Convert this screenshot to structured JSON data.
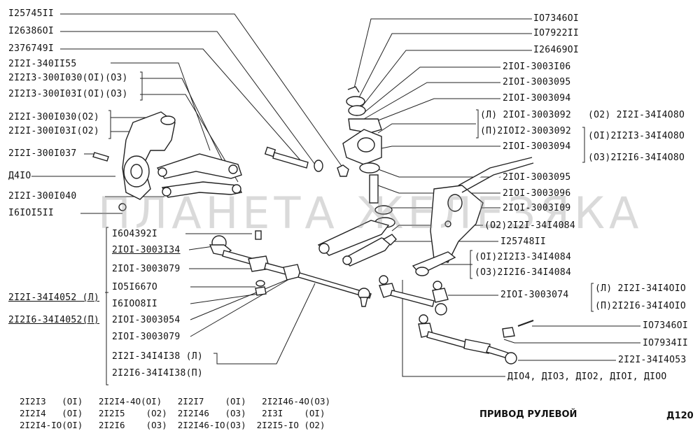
{
  "left_labels": [
    "I25745II",
    "I26386OI",
    "2376749I",
    "2I2I-340II55",
    "2I2I3-300I030(OI)(O3)",
    "2I2I3-300I03I(OI)(O3)",
    "2I2I-300I030(O2)",
    "2I2I-300I03I(O2)",
    "2I2I-300I037",
    "Д4IO",
    "2I2I-300I040",
    "I6IOI5II"
  ],
  "right_labels": [
    "IO7346OI",
    "IO7922II",
    "I26469OI",
    "2IOI-3003I06",
    "2IOI-3003095",
    "2IOI-3003094",
    "(Л) 2IOI-3003092",
    "(П)2IOI2-3003092",
    "2IOI-3003094",
    "2IOI-3003095",
    "2IOI-3003096",
    "2IOI-3003I09",
    "(O2)2I2I-34I4084",
    "I25748II",
    "(OI)2I2I3-34I4084",
    "(O3)2I2I6-34I4084",
    "2IOI-3003074"
  ],
  "far_right_labels": [
    "(O2) 2I2I-34I4O8O",
    "(OI)2I2I3-34I4O8O",
    "(O3)2I2I6-34I4O8O"
  ],
  "tie_rod_labels": [
    "(Л) 2I2I-34I4OIO",
    "(П)2I2I6-34I4OIO"
  ],
  "lower_right_labels": [
    "IO7346OI",
    "IO7934II",
    "2I2I-34I4O53",
    "ДIO4, ДIO3, ДIO2, ДIOI, ДIOO"
  ],
  "center_labels": [
    "I6O4392I",
    "2IOI-3003I34",
    "2IOI-3003079",
    "IO5I667O",
    "I6IOO8II",
    "2IOI-3003054",
    "2IOI-3003079",
    "2I2I-34I4I38 (Л)",
    "2I2I6-34I4I38(П)"
  ],
  "side_labels": [
    "2I2I-34I4052 (Л)",
    "2I2I6-34I4052(П)"
  ],
  "footer": {
    "row1": "2I2I3   (OI)   2I2I4-4O(OI)   2I2I7    (OI)   2I2I46-4O(O3)",
    "row2": "2I2I4   (OI)   2I2I5    (O2)  2I2I46   (O3)   2I3I    (OI)",
    "row3": "2I2I4-IO(OI)   2I2I6    (O3)  2I2I46-IO(O3)  2I2I5-IO (O2)"
  },
  "title": "ПРИВОД РУЛЕВОЙ",
  "page_number": "Д120",
  "watermark": "ПЛАНЕТА ЖЕЛЕЗЯКА"
}
